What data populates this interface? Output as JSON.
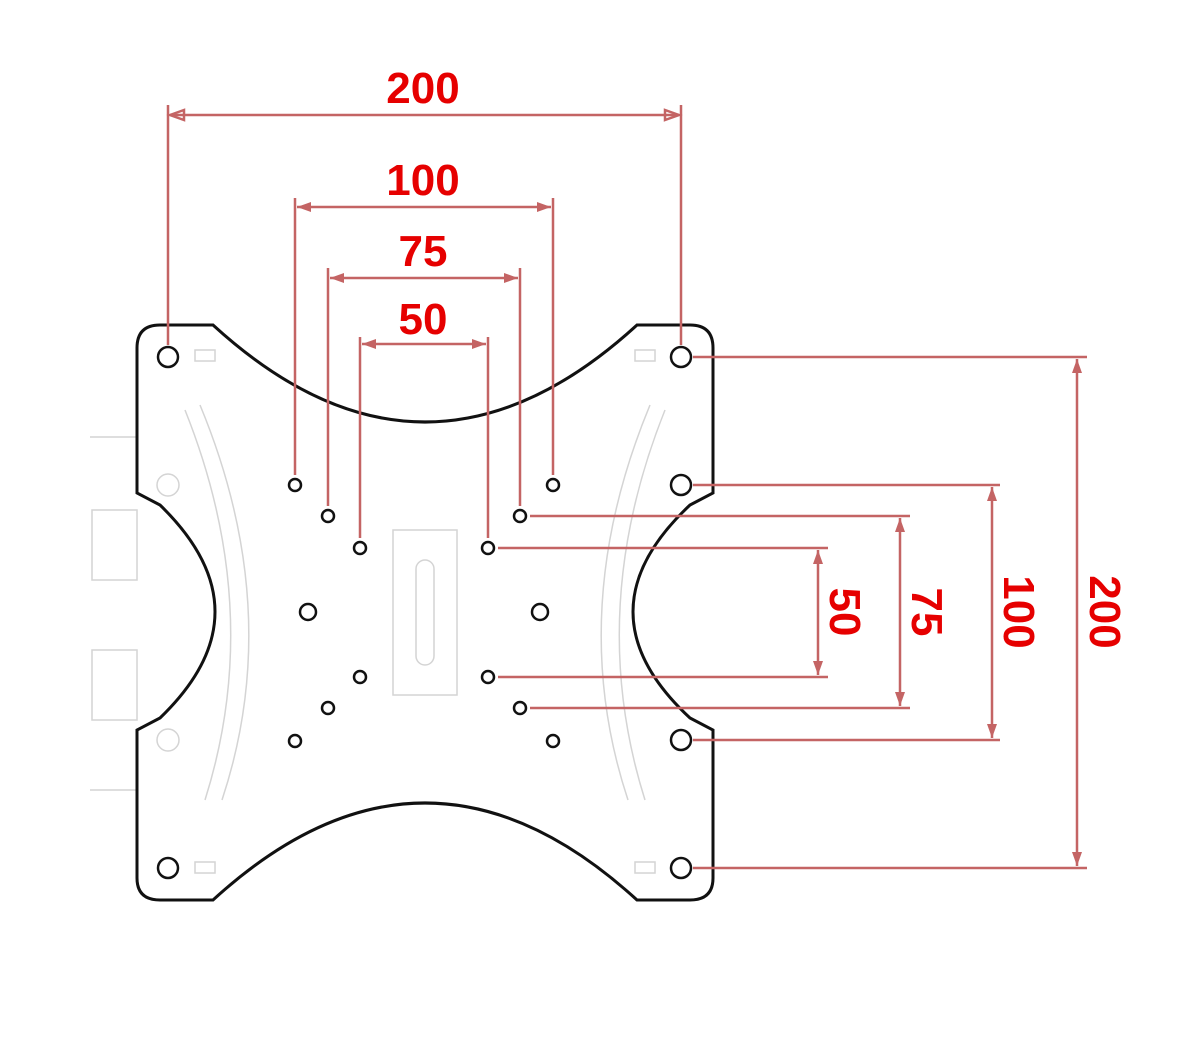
{
  "title": "VESA mounting plate hole pattern",
  "colors": {
    "label": "#e60000",
    "dimension_line": "#c46464",
    "outline": "#111111"
  },
  "horizontal_dimensions": [
    {
      "id": "h200",
      "label": "200"
    },
    {
      "id": "h100",
      "label": "100"
    },
    {
      "id": "h75",
      "label": "75"
    },
    {
      "id": "h50",
      "label": "50"
    }
  ],
  "vertical_dimensions": [
    {
      "id": "v50",
      "label": "50"
    },
    {
      "id": "v75",
      "label": "75"
    },
    {
      "id": "v100",
      "label": "100"
    },
    {
      "id": "v200",
      "label": "200"
    }
  ]
}
